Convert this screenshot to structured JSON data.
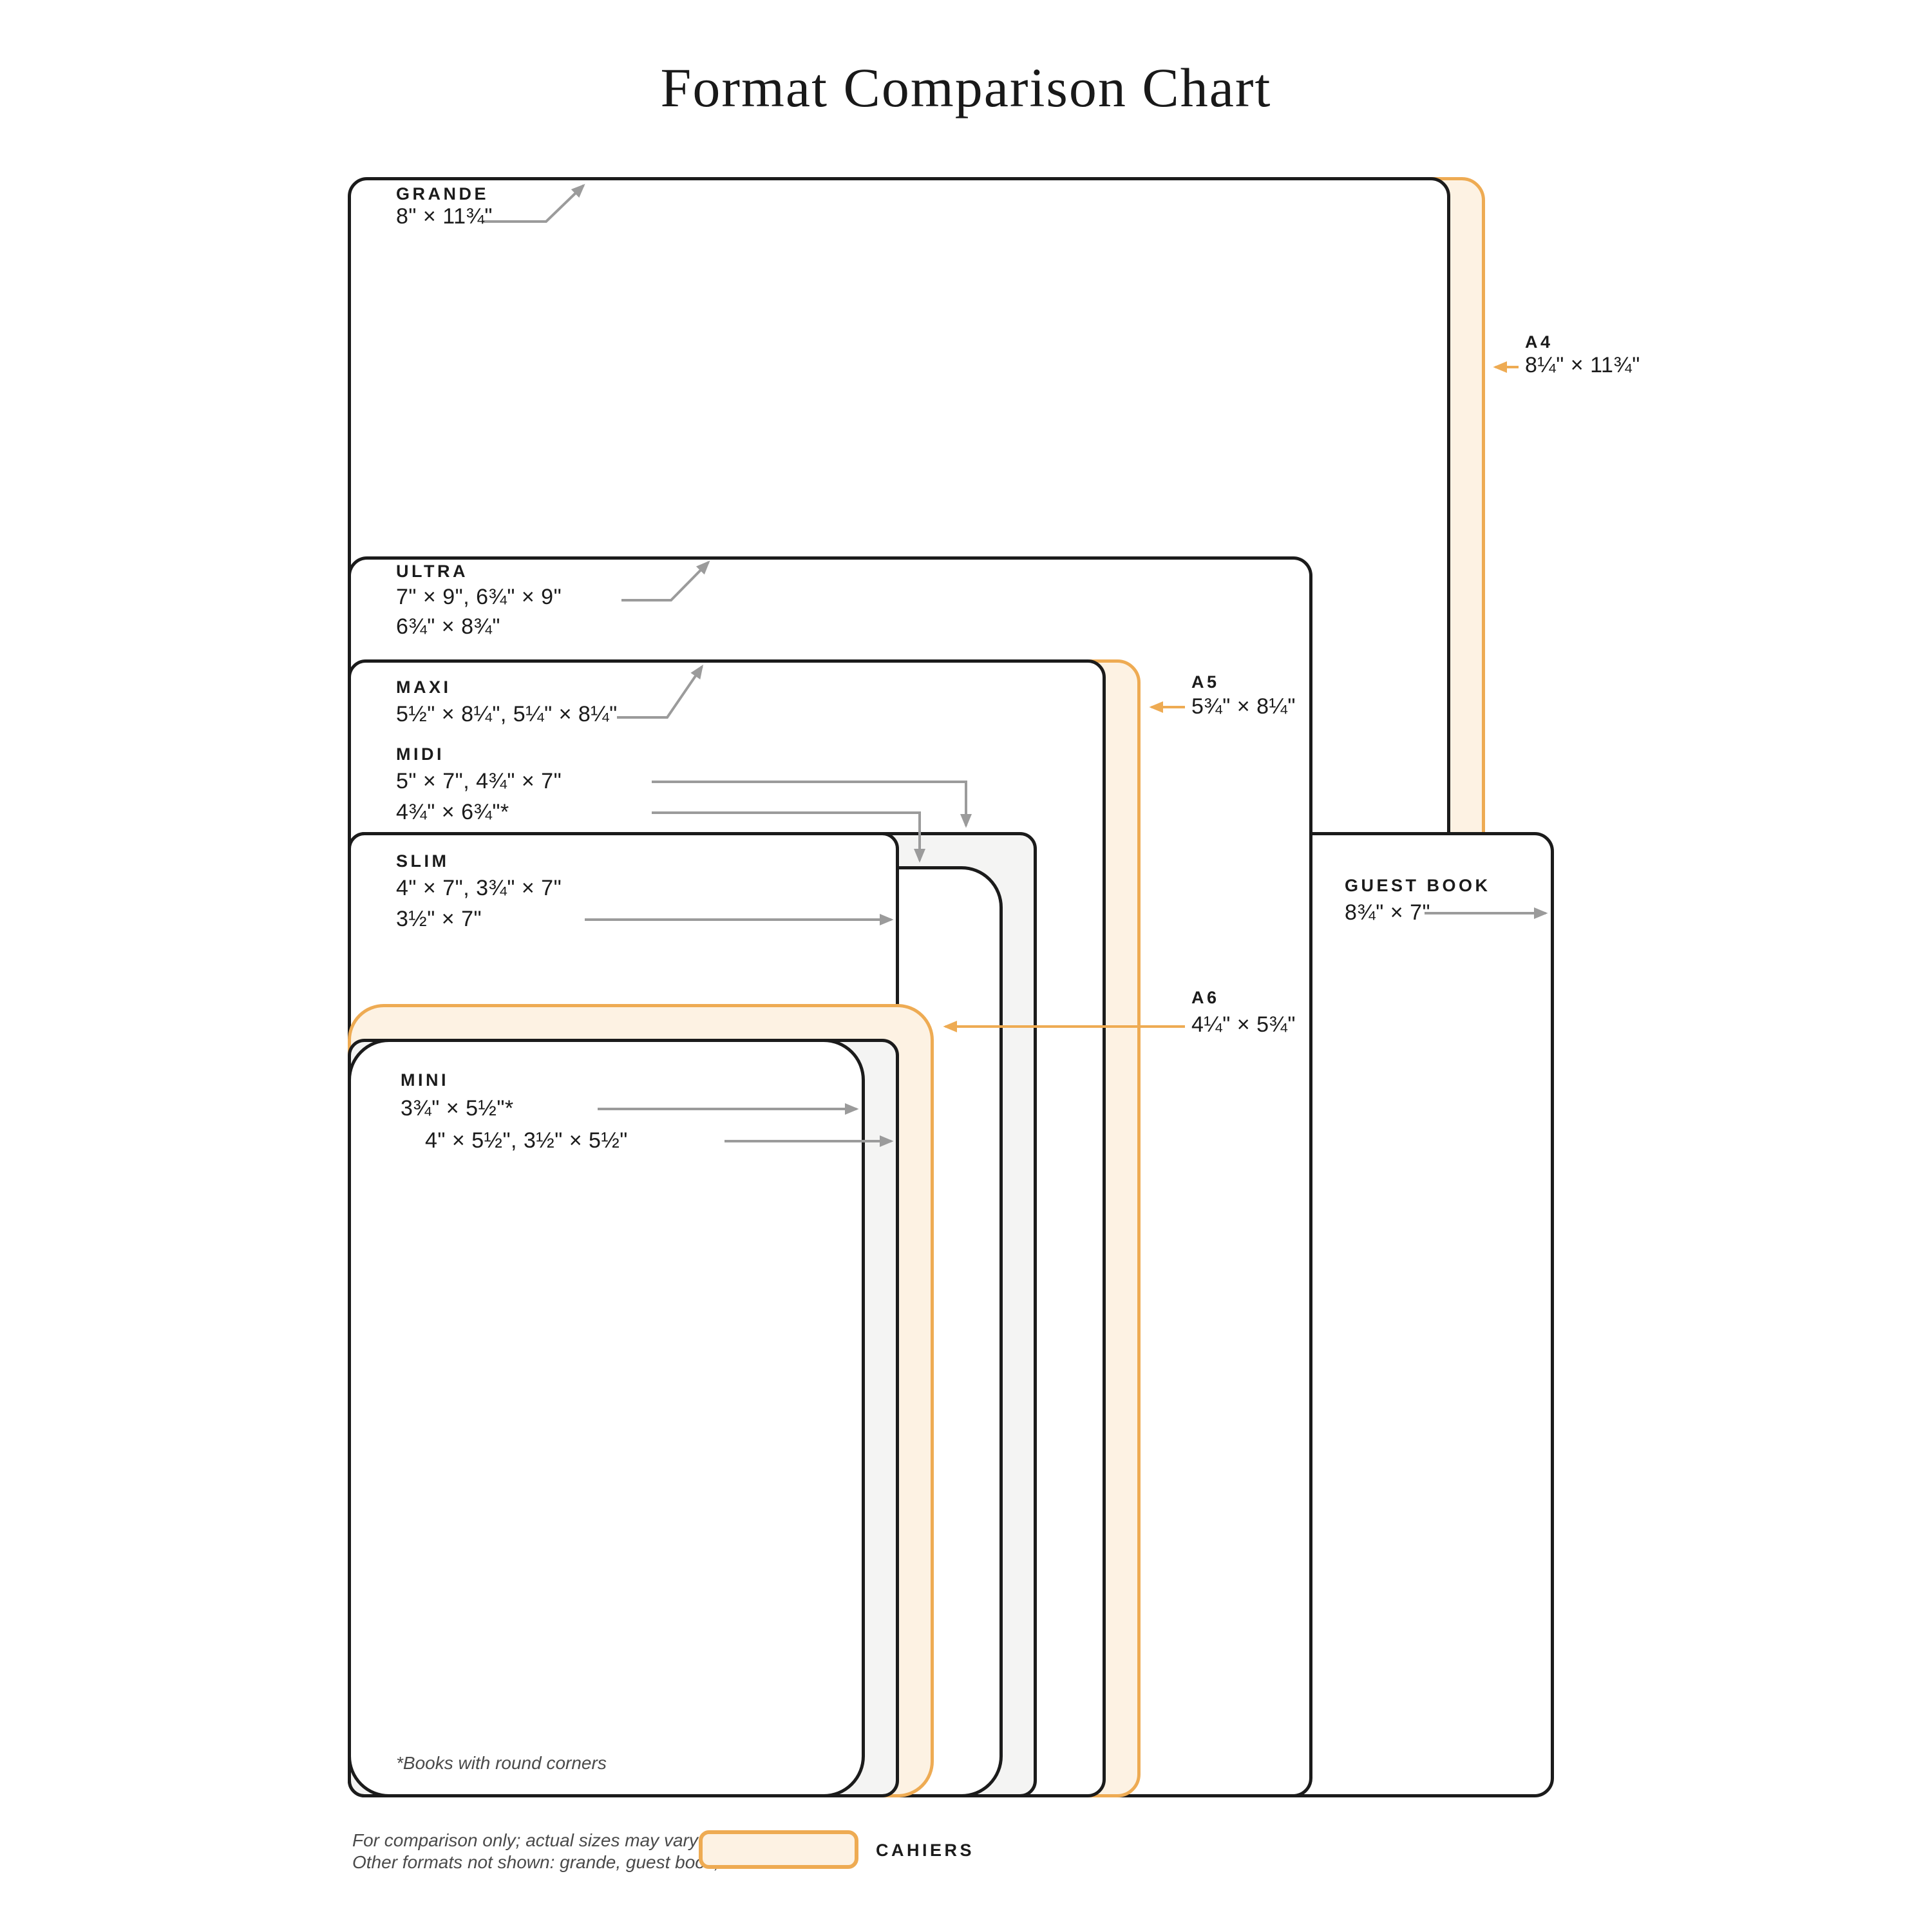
{
  "title": "Format Comparison Chart",
  "formats": {
    "grande": {
      "label": "GRANDE",
      "size": "8\" × 11¾\""
    },
    "a4": {
      "label": "A4",
      "size": "8¼\" × 11¾\""
    },
    "ultra": {
      "label": "ULTRA",
      "size_line1": "7\" × 9\", 6¾\" × 9\"",
      "size_line2": "6¾\" × 8¾\""
    },
    "maxi": {
      "label": "MAXI",
      "size": "5½\" × 8¼\", 5¼\" × 8¼\""
    },
    "midi": {
      "label": "MIDI",
      "size_line1": "5\" × 7\", 4¾\" × 7\"",
      "size_line2": "4¾\" × 6¾\"*"
    },
    "a5": {
      "label": "A5",
      "size": "5¾\" × 8¼\""
    },
    "slim": {
      "label": "SLIM",
      "size_line1": "4\" × 7\", 3¾\" × 7\"",
      "size_line2": "3½\" × 7\""
    },
    "guest_book": {
      "label": "GUEST BOOK",
      "size": "8¾\" × 7\""
    },
    "a6": {
      "label": "A6",
      "size": "4¼\" × 5¾\""
    },
    "mini": {
      "label": "MINI",
      "size_line1": "3¾\" × 5½\"*",
      "size_line2": "4\" × 5½\", 3½\" × 5½\""
    }
  },
  "notes": {
    "round_corners": "*Books with round corners",
    "footer_line1": "For comparison only; actual sizes may vary",
    "footer_line2": "Other formats not shown: grande, guest book, and A4"
  },
  "legend": {
    "cahiers_label": "CAHIERS"
  },
  "colors": {
    "ink": "#1b1b1b",
    "cahier_border": "#eeab53",
    "cahier_fill": "#fdf2e3",
    "gray_fill": "#f4f4f3",
    "arrow_gray": "#9b9b9b",
    "note_gray": "#4a4a4a"
  }
}
